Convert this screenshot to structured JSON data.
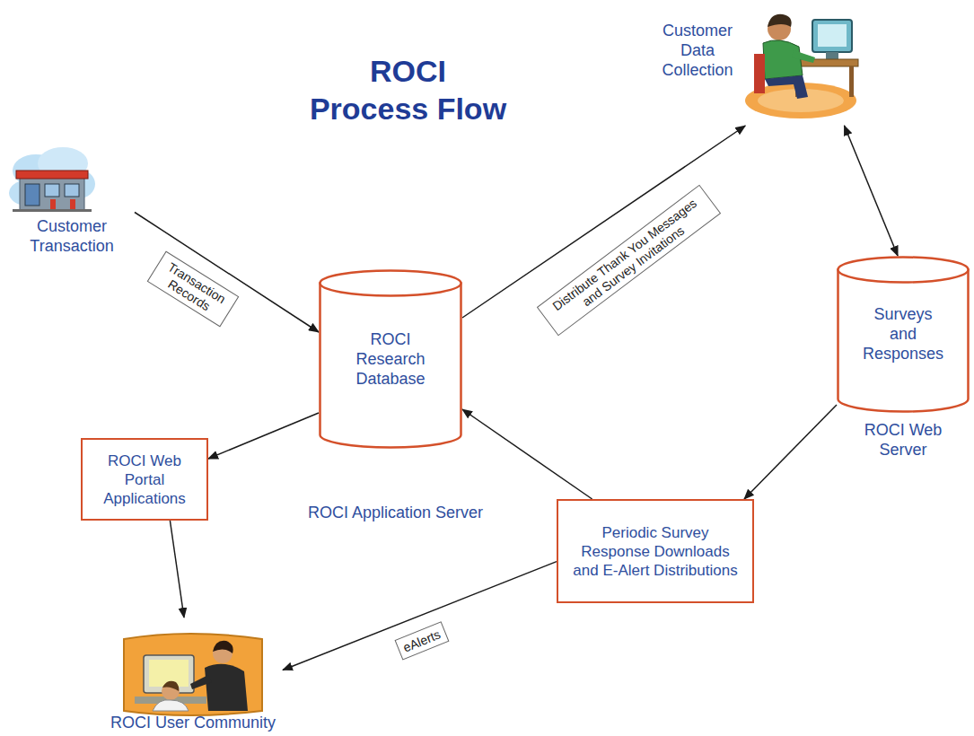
{
  "diagram": {
    "title": "ROCI Process Flow",
    "nodes": [
      {
        "text": [
          "Customer Data Collection"
        ]
      },
      {
        "text": [
          "Customer Transaction"
        ]
      },
      {
        "text": [
          "ROCI Research Database"
        ]
      },
      {
        "text": [
          "Surveys and Responses",
          "ROCI Web Server"
        ]
      },
      {
        "text": [
          "ROCI Web Portal Applications"
        ]
      },
      {
        "text": [
          "Periodic Survey Response Downloads and E-Alert Distributions"
        ]
      },
      {
        "text": [
          "ROCI User Community"
        ]
      }
    ],
    "edges": [
      {
        "from": 1,
        "to": 2,
        "label": "Transaction Records",
        "arrow": "to"
      },
      {
        "from": 2,
        "to": 0,
        "label": "Distribute Thank You Messages and Survey Invitations",
        "arrow": "to"
      },
      {
        "from": 0,
        "to": 3,
        "arrow": "both"
      },
      {
        "from": 3,
        "to": 5,
        "arrow": "to"
      },
      {
        "from": 5,
        "to": 2,
        "arrow": "to"
      },
      {
        "from": 2,
        "to": 4,
        "arrow": "to"
      },
      {
        "from": 4,
        "to": 6,
        "arrow": "to"
      },
      {
        "from": 5,
        "to": 6,
        "label": "eAlerts",
        "arrow": "to"
      }
    ],
    "labels": [
      "ROCI Application Server"
    ]
  }
}
